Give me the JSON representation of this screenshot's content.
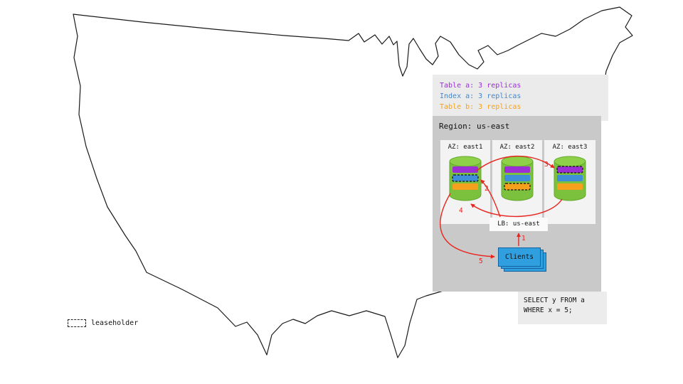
{
  "legend": {
    "items": [
      {
        "label": "Table a: 3 replicas",
        "color": "#9b2fd4"
      },
      {
        "label": "Index a: 3 replicas",
        "color": "#4488cc"
      },
      {
        "label": "Table b: 3 replicas",
        "color": "#f5a11d"
      }
    ]
  },
  "region": {
    "title": "Region: us-east",
    "lb_label": "LB: us-east",
    "azs": [
      {
        "label": "AZ: east1",
        "leaseholder_band": "Index a"
      },
      {
        "label": "AZ: east2",
        "leaseholder_band": "Table b"
      },
      {
        "label": "AZ: east3",
        "leaseholder_band": "Table a"
      }
    ]
  },
  "clients": {
    "label": "Clients"
  },
  "query": {
    "line1": "SELECT y FROM a",
    "line2": "WHERE x = 5;"
  },
  "map_legend": {
    "label": "leaseholder"
  },
  "arrows": {
    "labels": [
      "1",
      "2",
      "3",
      "4",
      "5"
    ]
  },
  "colors": {
    "table_a": "#9b2fd4",
    "index_a": "#3f8ed8",
    "table_b": "#f5a11d",
    "node_green": "#7cc13e",
    "clients_blue": "#2f9fe0",
    "arrow_red": "#e8251f"
  }
}
